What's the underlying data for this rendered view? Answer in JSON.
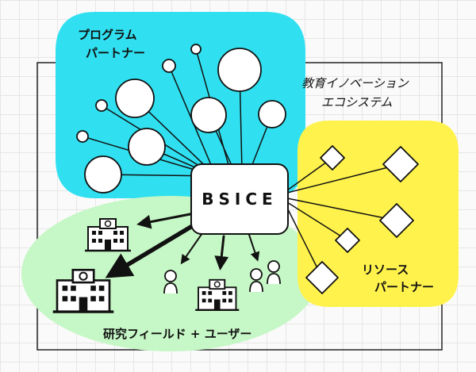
{
  "labels": {
    "program_partner_line1": "プログラム",
    "program_partner_line2": "パートナー",
    "ecosystem_line1": "教育イノベーション",
    "ecosystem_line2": "エコシステム",
    "resource_partner_line1": "リソース",
    "resource_partner_line2": "パートナー",
    "research_field": "研究フィールド + ユーザー",
    "hub": "BSICE"
  },
  "colors": {
    "program_region": "#30e0f0",
    "resource_region": "#fff24c",
    "field_region": "#c6f7c6",
    "outline": "#111111"
  },
  "icons": [
    "school-building-icon",
    "person-icon"
  ]
}
